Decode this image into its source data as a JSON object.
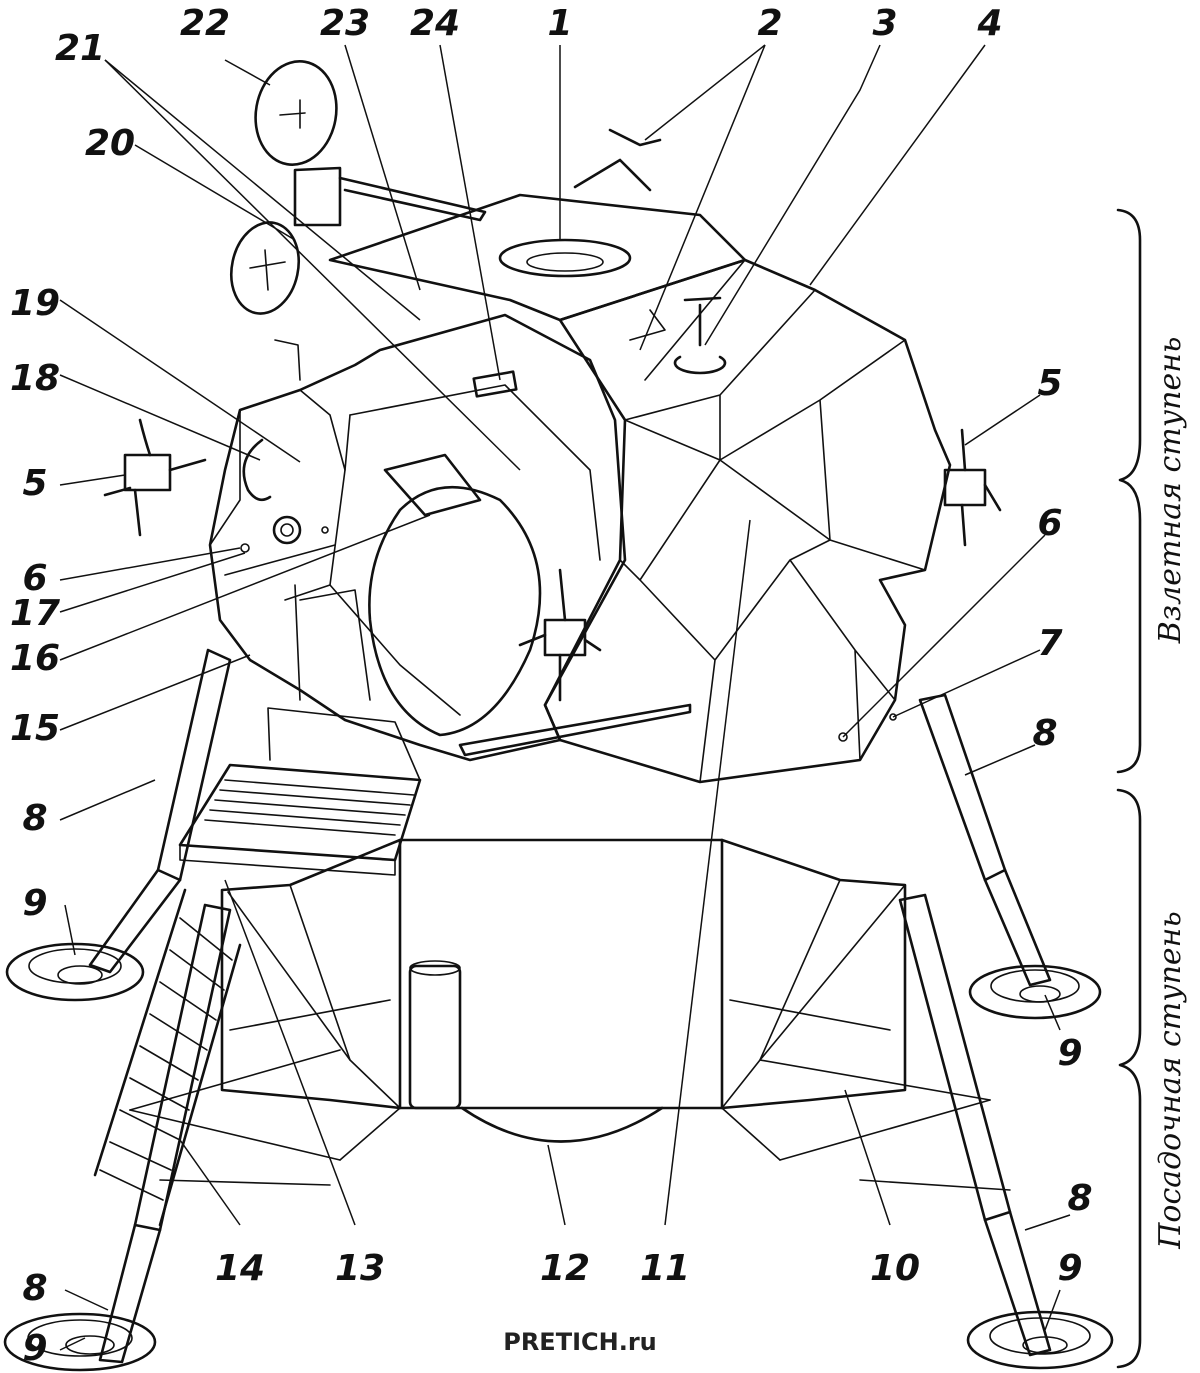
{
  "stage_labels": {
    "ascent": "Взлетная ступень",
    "descent": "Посадочная ступень"
  },
  "watermark": "PRETICH.ru",
  "callouts": [
    "1",
    "2",
    "3",
    "4",
    "5",
    "5",
    "6",
    "6",
    "7",
    "8",
    "8",
    "8",
    "8",
    "9",
    "9",
    "9",
    "9",
    "10",
    "11",
    "12",
    "13",
    "14",
    "15",
    "16",
    "17",
    "18",
    "19",
    "20",
    "21",
    "22",
    "23",
    "24"
  ]
}
